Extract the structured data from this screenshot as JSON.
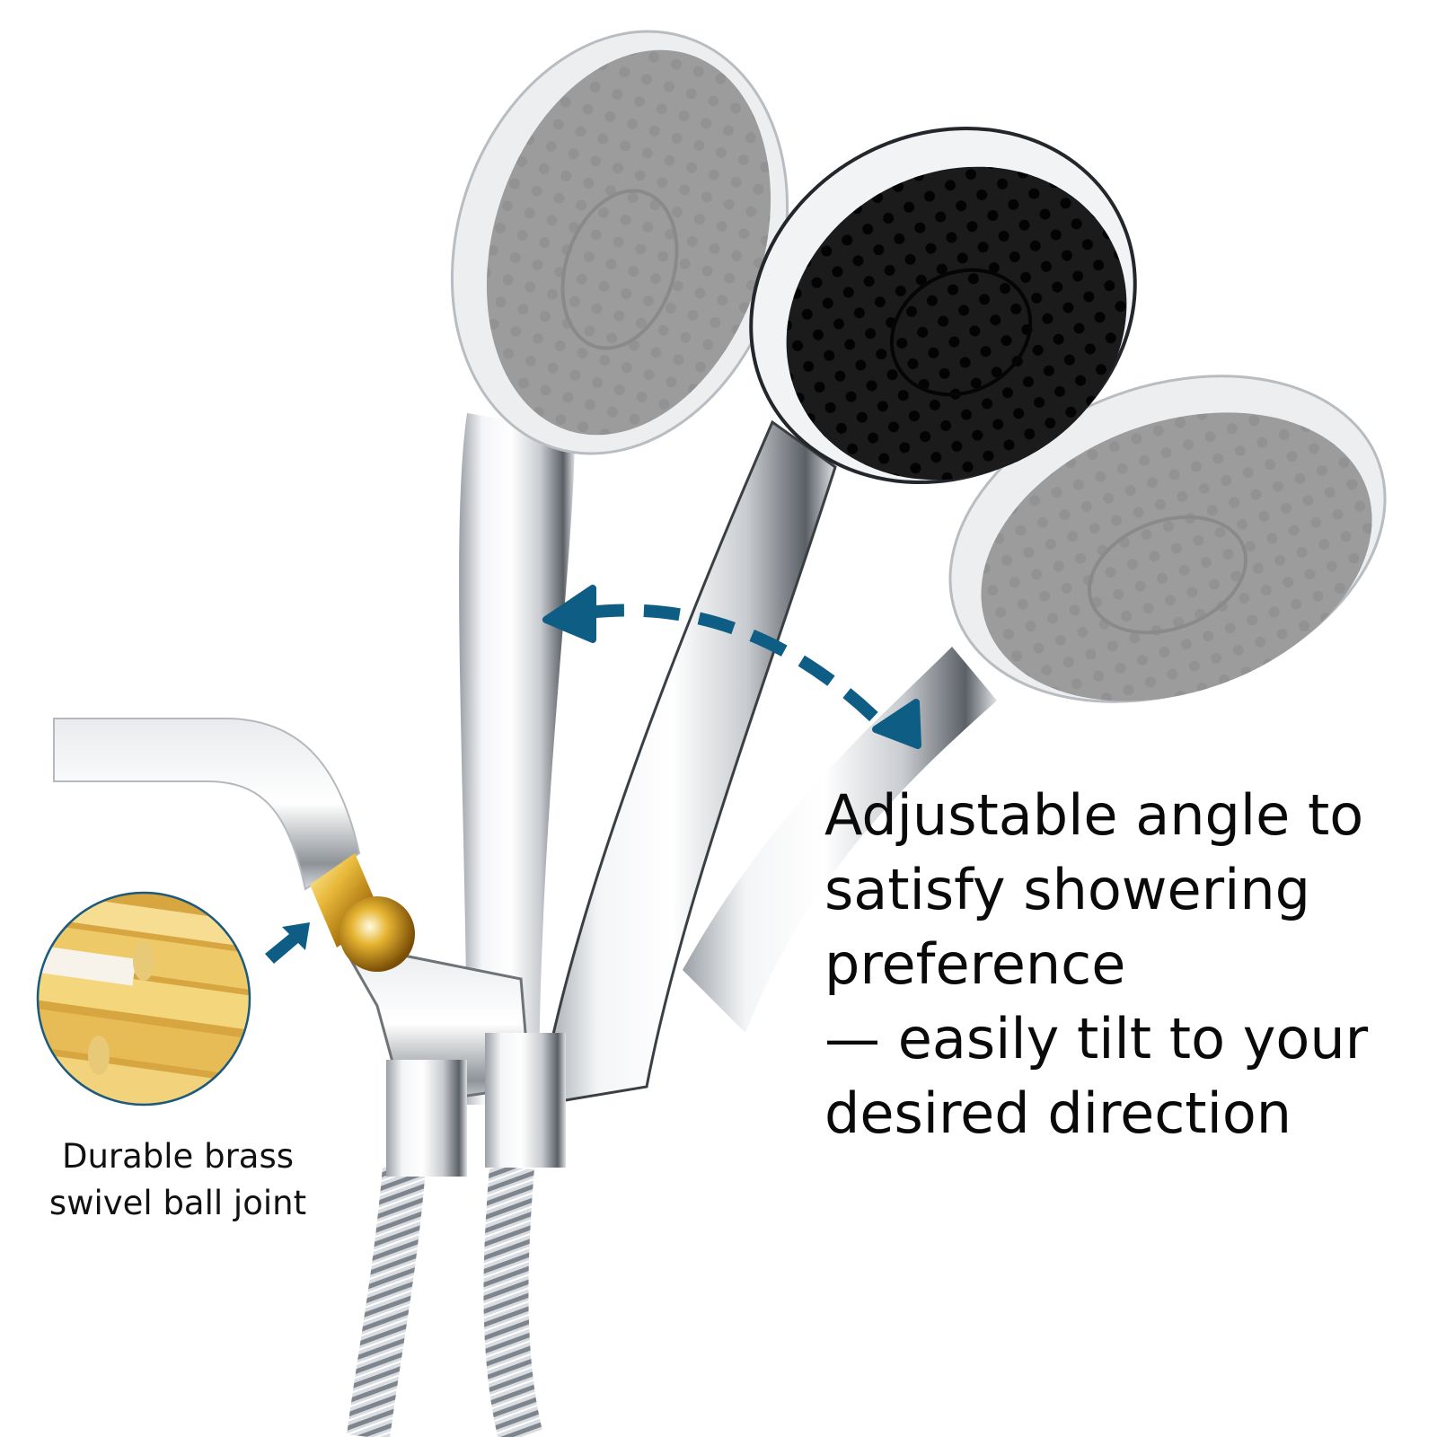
{
  "product_image": {
    "subject": "handheld-shower-head-three-angle-positions",
    "finish": "chrome",
    "accent_colors": {
      "arrow": "#0e5d85",
      "brass": "#d9a52a",
      "face_gray": "#9a9a9a",
      "face_black": "#1a1a1a"
    }
  },
  "feature_angle": {
    "lines": [
      "Adjustable angle to",
      "satisfy showering",
      "preference",
      "— easily tilt to your",
      "desired direction"
    ]
  },
  "feature_brass": {
    "lines": [
      "Durable brass",
      "swivel ball joint"
    ]
  }
}
